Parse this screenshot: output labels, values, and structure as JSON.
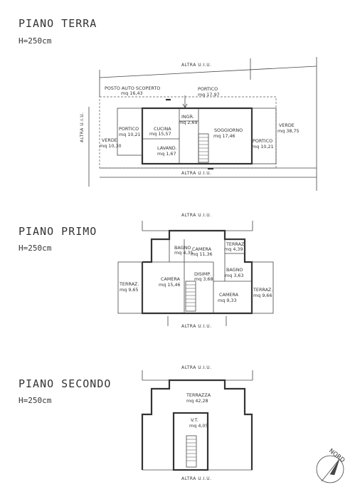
{
  "floors": [
    {
      "title": "PIANO TERRA",
      "height": "H=250cm",
      "streets": [
        "ALTRA U.I.U.",
        "ALTRA U.I.U.",
        "ALTRA U.I.U."
      ],
      "rooms": [
        {
          "name": "POSTO AUTO SCOPERTO",
          "area": "mq 16,43"
        },
        {
          "name": "PORTICO",
          "area": "mq 17,97"
        },
        {
          "name": "INGR.",
          "area": "mq 2,69"
        },
        {
          "name": "CUCINA",
          "area": "mq 15,57"
        },
        {
          "name": "SOGGIORNO",
          "area": "mq 17,46"
        },
        {
          "name": "PORTICO",
          "area": "mq 10,21"
        },
        {
          "name": "VERDE",
          "area": "mq 10,30"
        },
        {
          "name": "LAVAND.",
          "area": "mq 1,67"
        },
        {
          "name": "PORTICO",
          "area": "mq 10,21"
        },
        {
          "name": "VERDE",
          "area": "mq 38,75"
        }
      ]
    },
    {
      "title": "PIANO PRIMO",
      "height": "H=250cm",
      "streets": [
        "ALTRA U.I.U.",
        "ALTRA U.I.U."
      ],
      "rooms": [
        {
          "name": "BAGNO",
          "area": "mq 4,35"
        },
        {
          "name": "CAMERA",
          "area": "mq 11,36"
        },
        {
          "name": "TERRAZ.",
          "area": "mq 4,39"
        },
        {
          "name": "BAGNO",
          "area": "mq 3,63"
        },
        {
          "name": "CAMERA",
          "area": "mq 15,46"
        },
        {
          "name": "DISIMP.",
          "area": "mq 3,68"
        },
        {
          "name": "TERRAZ.",
          "area": "mq 9,65"
        },
        {
          "name": "CAMERA",
          "area": "mq 9,33"
        },
        {
          "name": "TERRAZ.",
          "area": "mq 9,66"
        }
      ]
    },
    {
      "title": "PIANO SECONDO",
      "height": "H=250cm",
      "streets": [
        "ALTRA U.I.U.",
        "ALTRA U.I.U."
      ],
      "rooms": [
        {
          "name": "TERRAZZA",
          "area": "mq 42,28"
        },
        {
          "name": "V.T.",
          "area": "mq 4,05"
        }
      ]
    }
  ],
  "compass": {
    "label": "NORD"
  }
}
